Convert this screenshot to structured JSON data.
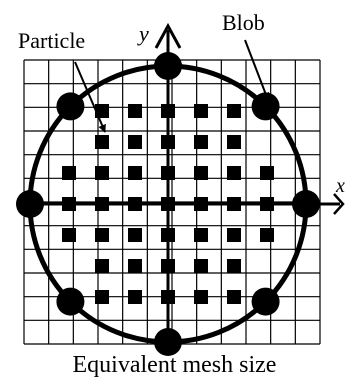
{
  "labels": {
    "particle": "Particle",
    "blob": "Blob",
    "x_axis": "x",
    "y_axis": "y"
  },
  "caption": "Equivalent mesh size",
  "colors": {
    "ink": "#000000",
    "background": "#ffffff"
  }
}
